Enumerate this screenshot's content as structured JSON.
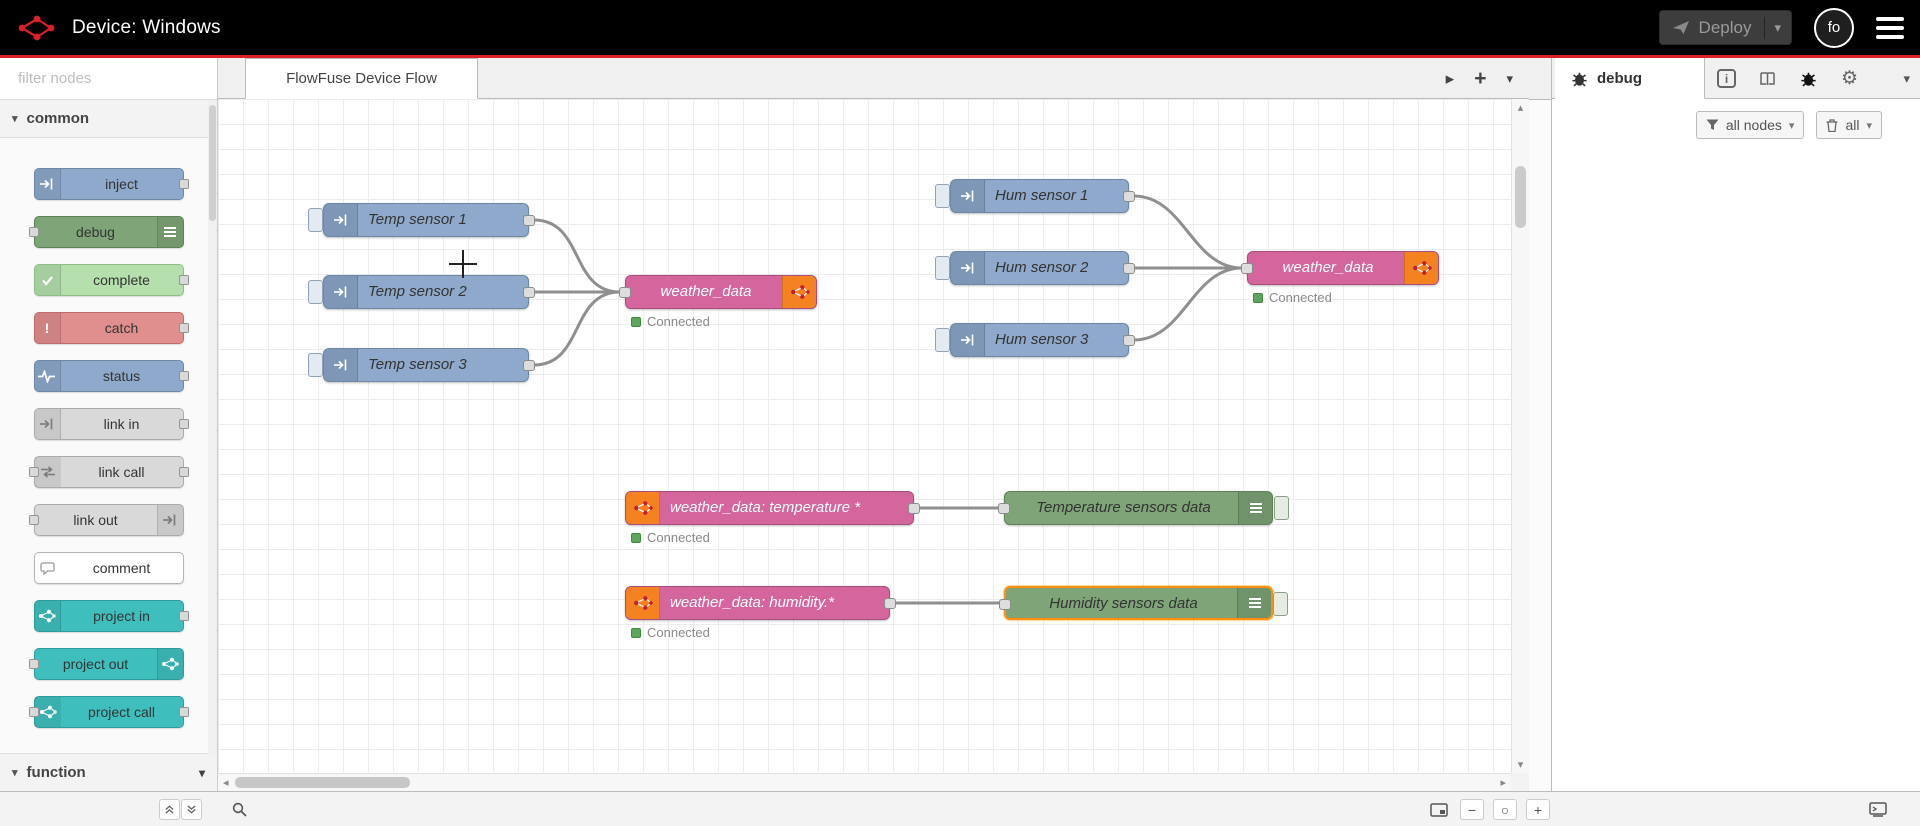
{
  "header": {
    "device_label": "Device: Windows",
    "deploy_label": "Deploy",
    "avatar_initials": "fo"
  },
  "palette": {
    "search_placeholder": "filter nodes",
    "categories": [
      {
        "label": "common"
      },
      {
        "label": "function"
      }
    ],
    "items": [
      {
        "label": "inject"
      },
      {
        "label": "debug"
      },
      {
        "label": "complete"
      },
      {
        "label": "catch"
      },
      {
        "label": "status"
      },
      {
        "label": "link in"
      },
      {
        "label": "link call"
      },
      {
        "label": "link out"
      },
      {
        "label": "comment"
      },
      {
        "label": "project in"
      },
      {
        "label": "project out"
      },
      {
        "label": "project call"
      }
    ]
  },
  "workspace": {
    "tab_label": "FlowFuse Device Flow"
  },
  "flow": {
    "inject_nodes": [
      "Temp sensor 1",
      "Temp sensor 2",
      "Temp sensor 3",
      "Hum sensor 1",
      "Hum sensor 2",
      "Hum sensor 3"
    ],
    "link_nodes": [
      "weather_data",
      "weather_data",
      "weather_data: temperature *",
      "weather_data: humidity.*"
    ],
    "debug_nodes": [
      "Temperature sensors data",
      "Humidity sensors data"
    ],
    "status_label": "Connected"
  },
  "sidebar": {
    "debug_tab_label": "debug",
    "filter_label": "all nodes",
    "clear_label": "all"
  },
  "footer": {
    "zoom_out": "−",
    "zoom_reset": "○",
    "zoom_in": "+"
  },
  "icons": {
    "search-icon": "magnifier",
    "inject-icon": "arrow-to-bar",
    "debug-list-icon": "three-lines",
    "complete-icon": "check",
    "catch-icon": "!",
    "status-icon": "pulse-wave",
    "link-icon": "arrow",
    "comment-icon": "speech-bubble",
    "flowfuse-icon": "node-network-mark",
    "bug-icon": "bug",
    "info-icon": "i",
    "help-icon": "book",
    "config-icon": "gear",
    "filter-icon": "funnel",
    "clear-icon": "trash-can",
    "menu-icon": "hamburger",
    "chevron-down-icon": "▾"
  },
  "colors": {
    "accent_red": "#DD2025",
    "inject_blue": "#8EA9CB",
    "debug_green": "#7EA478",
    "complete_green": "#B5DFAD",
    "catch_red": "#E08E8E",
    "link_gray": "#D9D9D9",
    "project_teal": "#3EBFBD",
    "link_pink": "#D4659D",
    "icon_orange": "#F58220",
    "status_green": "#5CA55C",
    "selected_orange": "#FF8F0E"
  }
}
